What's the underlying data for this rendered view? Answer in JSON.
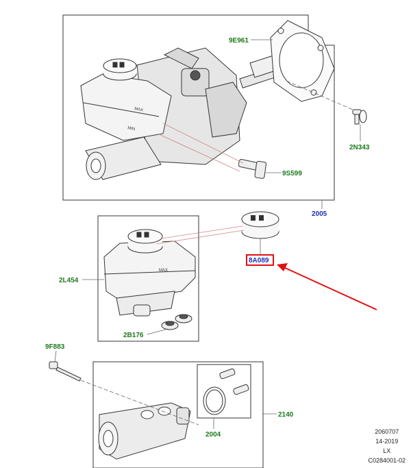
{
  "callouts": {
    "booster_gasket": "9E961",
    "booster_bolt": "2N343",
    "sensor": "9S599",
    "booster_assembly": "2005",
    "reservoir_cap": "8A089",
    "reservoir": "2L454",
    "grommets": "2B176",
    "pushrod": "9F883",
    "master_cylinder": "2140",
    "seal_kit": "2004"
  },
  "reference": {
    "line1": "2060707",
    "line2": "14-2019",
    "line3": "LX",
    "line4": "C0284001-02"
  },
  "colors": {
    "callout_green": "#1c7a1c",
    "callout_blue": "#1a2fb8",
    "highlight_red": "#e01010"
  }
}
